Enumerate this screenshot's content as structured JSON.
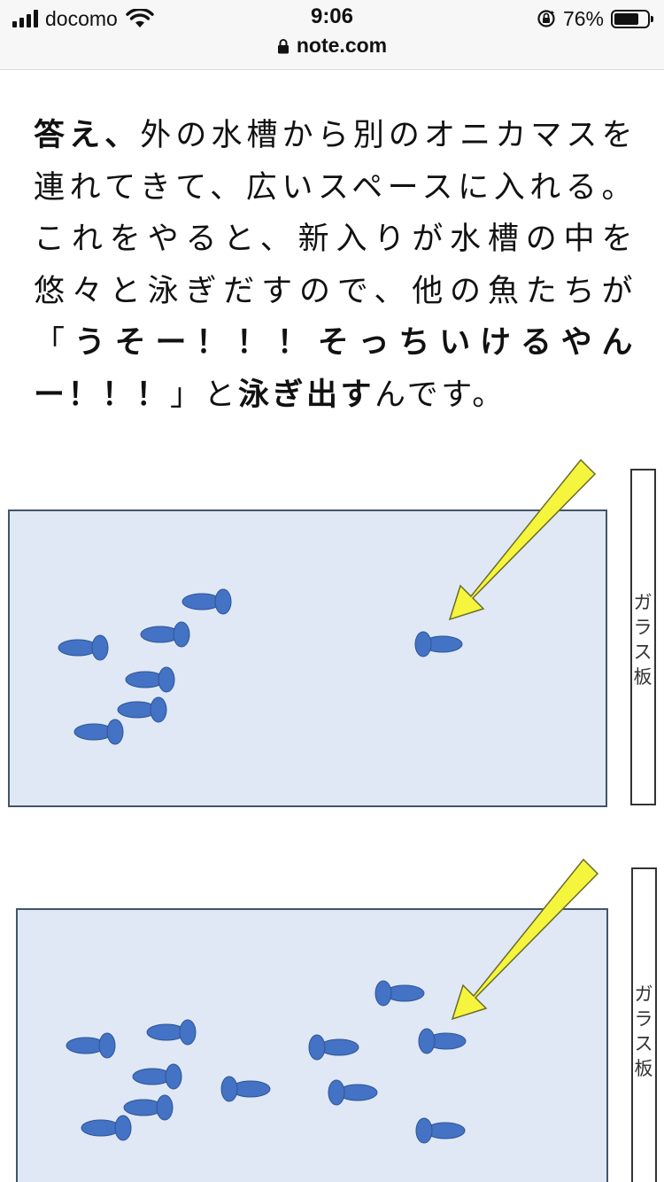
{
  "status_bar": {
    "carrier": "docomo",
    "time": "9:06",
    "battery_percent_text": "76%",
    "battery_level": 0.76,
    "url": "note.com",
    "icons": [
      "signal-bars-icon",
      "wifi-icon",
      "rotation-lock-icon",
      "battery-icon",
      "padlock-icon"
    ]
  },
  "article": {
    "p1_bold": "答え、",
    "p1_text": "外の水槽から別のオニカマスを連れてきて、広いスペースに入れる。これをやると、新入りが水槽の中を悠々と泳ぎだすので、他の魚たちが「",
    "p1_bold2": "うそー！！！そっちいけるやんー！！！",
    "p1_text2": "」と",
    "p1_bold3": "泳ぎ出す",
    "p1_text3": "んです。"
  },
  "diagrams": [
    {
      "glass_label": "ガラス板",
      "fish_count": 7
    },
    {
      "glass_label": "ガラス板",
      "fish_count": 12
    }
  ],
  "colors": {
    "tank_fill": "#dfe8f4",
    "tank_stroke": "#44546a",
    "fish": "#4472c4",
    "fish_stroke": "#2f5597",
    "arrow_fill": "#f5f53d",
    "arrow_stroke": "#6b6b2a"
  }
}
